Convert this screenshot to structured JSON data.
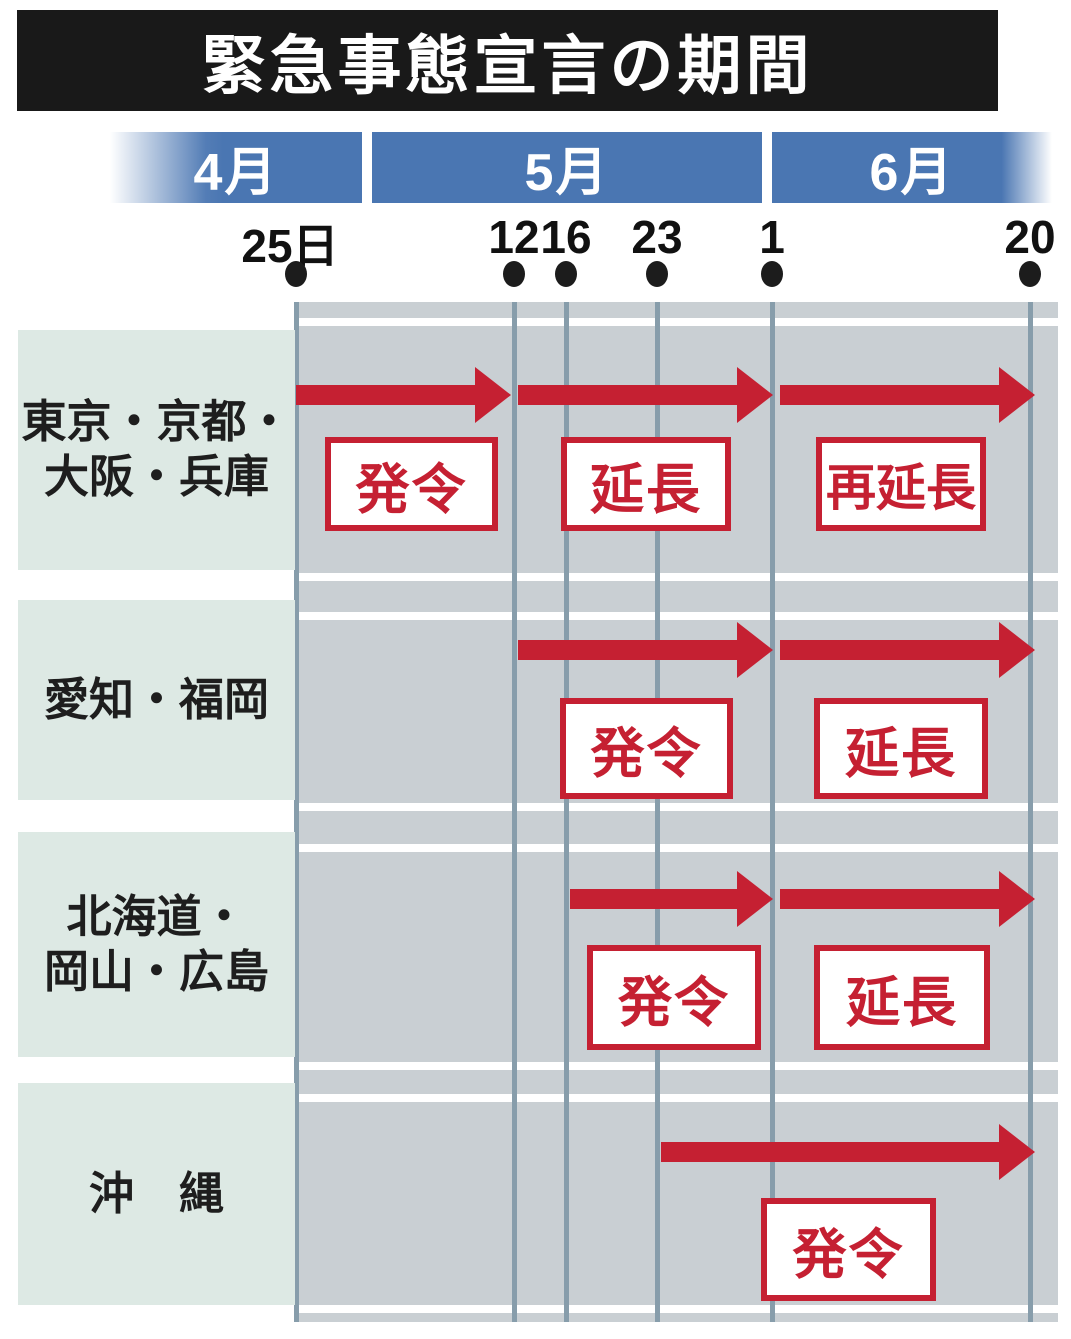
{
  "title": "緊急事態宣言の期間",
  "timeline": {
    "months": [
      {
        "label": "4月"
      },
      {
        "label": "5月"
      },
      {
        "label": "6月"
      }
    ],
    "dates": [
      {
        "label": "25日"
      },
      {
        "label": "12"
      },
      {
        "label": "16"
      },
      {
        "label": "23"
      },
      {
        "label": "1"
      },
      {
        "label": "20"
      }
    ]
  },
  "rows": [
    {
      "label_lines": [
        "東京・京都・",
        "大阪・兵庫"
      ],
      "segments": [
        {
          "label": "発令"
        },
        {
          "label": "延長"
        },
        {
          "label": "再延長"
        }
      ]
    },
    {
      "label_lines": [
        "愛知・福岡"
      ],
      "segments": [
        {
          "label": "発令"
        },
        {
          "label": "延長"
        }
      ]
    },
    {
      "label_lines": [
        "北海道・",
        "岡山・広島"
      ],
      "segments": [
        {
          "label": "発令"
        },
        {
          "label": "延長"
        }
      ]
    },
    {
      "label_lines": [
        "沖　縄"
      ],
      "segments": [
        {
          "label": "発令"
        }
      ]
    }
  ],
  "colors": {
    "title_banner": "#191919",
    "month_blue": "#4a76b2",
    "row_label_green": "#dde9e4",
    "timeline_gray": "#c9cfd3",
    "gridline_gray": "#879dab",
    "accent_red": "#c52032"
  },
  "chart_data": {
    "type": "bar",
    "subtype": "gantt-timeline",
    "title": "緊急事態宣言の期間",
    "x_axis": {
      "months": [
        "4月",
        "5月",
        "6月"
      ],
      "tick_dates": [
        "4/25",
        "5/12",
        "5/16",
        "5/23",
        "6/1",
        "6/20"
      ],
      "tick_labels": [
        "25日",
        "12",
        "16",
        "23",
        "1",
        "20"
      ]
    },
    "categories": [
      "東京・京都・大阪・兵庫",
      "愛知・福岡",
      "北海道・岡山・広島",
      "沖縄"
    ],
    "spans": [
      {
        "region": "東京・京都・大阪・兵庫",
        "phase": "発令",
        "start": "4/25",
        "end": "5/12"
      },
      {
        "region": "東京・京都・大阪・兵庫",
        "phase": "延長",
        "start": "5/12",
        "end": "6/1"
      },
      {
        "region": "東京・京都・大阪・兵庫",
        "phase": "再延長",
        "start": "6/1",
        "end": "6/20"
      },
      {
        "region": "愛知・福岡",
        "phase": "発令",
        "start": "5/12",
        "end": "6/1"
      },
      {
        "region": "愛知・福岡",
        "phase": "延長",
        "start": "6/1",
        "end": "6/20"
      },
      {
        "region": "北海道・岡山・広島",
        "phase": "発令",
        "start": "5/16",
        "end": "6/1"
      },
      {
        "region": "北海道・岡山・広島",
        "phase": "延長",
        "start": "6/1",
        "end": "6/20"
      },
      {
        "region": "沖縄",
        "phase": "発令",
        "start": "5/23",
        "end": "6/20"
      }
    ],
    "legend": "none",
    "grid": true
  }
}
